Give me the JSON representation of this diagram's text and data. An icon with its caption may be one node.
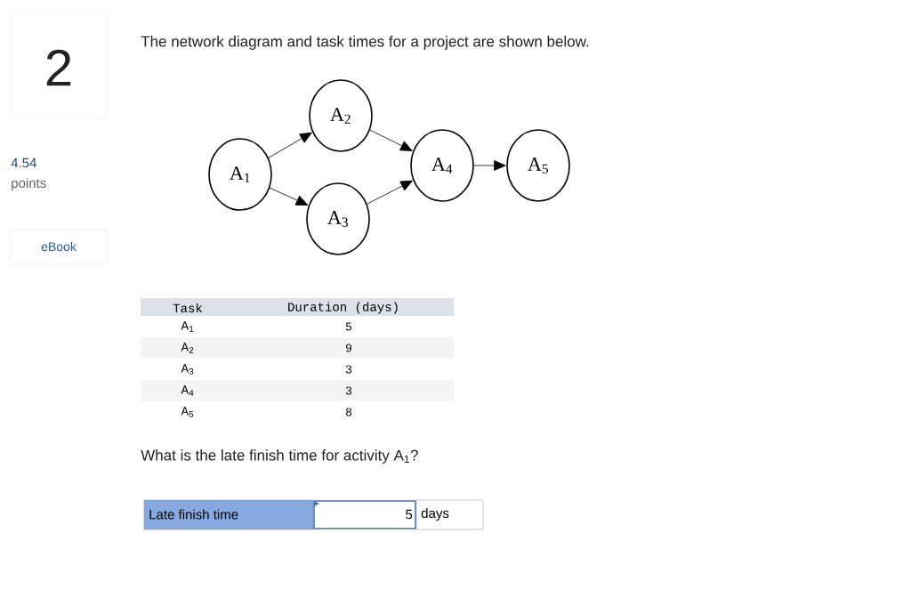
{
  "diagram": {
    "nodes": [
      {
        "text": [
          "A$_{1}$"
        ]
      },
      {
        "text": [
          "A$_{2}$"
        ]
      },
      {
        "text": [
          "A$_{3}$"
        ]
      },
      {
        "text": [
          "A$_{4}$"
        ]
      },
      {
        "text": [
          "A$_{5}$"
        ]
      }
    ],
    "edges": [
      {
        "from": 0,
        "to": 1,
        "arrow": "to"
      },
      {
        "from": 0,
        "to": 2,
        "arrow": "to"
      },
      {
        "from": 1,
        "to": 3,
        "arrow": "to"
      },
      {
        "from": 2,
        "to": 3,
        "arrow": "to"
      },
      {
        "from": 3,
        "to": 4,
        "arrow": "to"
      }
    ],
    "labels": [
      "2",
      "4.54",
      "points",
      "eBook",
      "The network diagram and task times for a project are shown below.",
      "Task",
      "Duration (days)",
      "A$_{1}$",
      "5",
      "A$_{2}$",
      "9",
      "A$_{3}$",
      "3",
      "A$_{4}$",
      "3",
      "A$_{5}$",
      "8",
      "What is the late finish time for activity A$_{1}$?",
      "Late finish time",
      "5",
      "days"
    ]
  }
}
